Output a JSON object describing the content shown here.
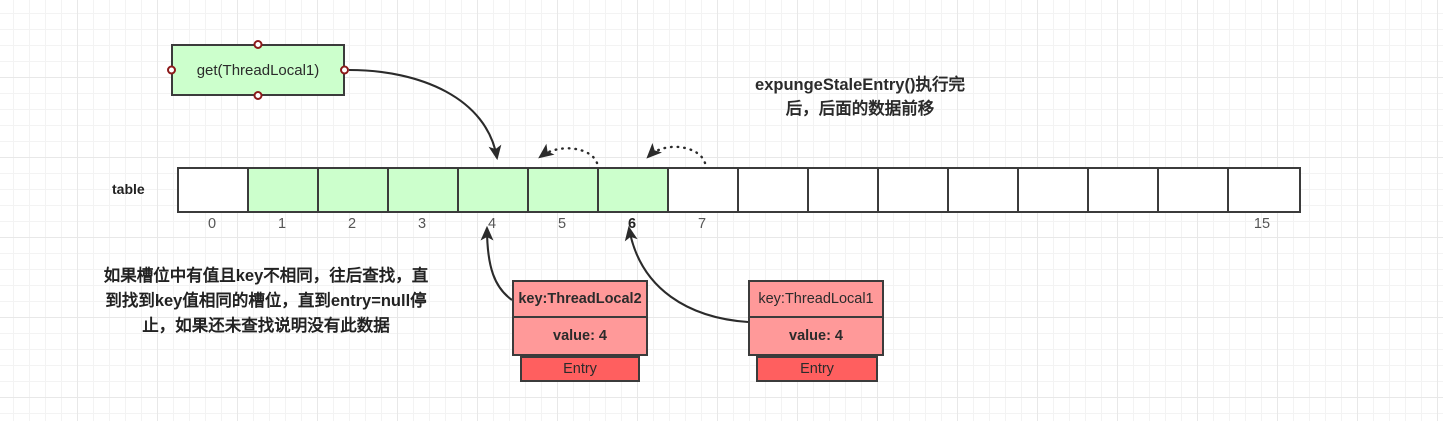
{
  "diagram": {
    "heading": "expungeStaleEntry()执行完\n后，后面的数据前移",
    "annotation": "如果槽位中有值且key不相同，往后查找，直\n到找到key值相同的槽位，直到entry=null停\n止，如果还未查找说明没有此数据",
    "action_box": {
      "label": "get(ThreadLocal1)",
      "fill": "#ccffcc",
      "stroke": "#3b3b3b",
      "port_color": "#8c1a1a"
    },
    "table": {
      "label": "table",
      "cell_count": 16,
      "filled_indices": [
        1,
        2,
        3,
        4,
        5,
        6
      ],
      "fill_color": "#ccffcc",
      "empty_color": "#ffffff",
      "index_labels": [
        "0",
        "1",
        "2",
        "3",
        "4",
        "5",
        "6",
        "7",
        "",
        "",
        "",
        "",
        "",
        "",
        "",
        "15"
      ],
      "bold_index_labels": [
        "6"
      ]
    },
    "entries": [
      {
        "id": "entry-left",
        "key": "key:ThreadLocal2",
        "key_bold": true,
        "value": "value: 4",
        "value_bold": true,
        "tag": "Entry",
        "body_fill": "#ff9999",
        "tag_fill": "#ff5f5f",
        "points_to_index": "4"
      },
      {
        "id": "entry-right",
        "key": "key:ThreadLocal1",
        "key_bold": false,
        "value": "value: 4",
        "value_bold": true,
        "tag": "Entry",
        "body_fill": "#ff9999",
        "tag_fill": "#ff5f5f",
        "points_to_index": "6"
      }
    ],
    "connectors": [
      {
        "name": "get-to-slot4",
        "style": "solid",
        "from": "action-box-right-port",
        "to": "table-cell-4-top"
      },
      {
        "name": "entry-left-to-slot4",
        "style": "solid",
        "from": "entry-left-top",
        "to": "table-cell-4-bottom"
      },
      {
        "name": "entry-right-to-slot6",
        "style": "solid",
        "from": "entry-right-left",
        "to": "table-cell-6-bottom"
      },
      {
        "name": "shift-slot6-to-slot5",
        "style": "dotted",
        "from": "table-cell-6-top",
        "to": "table-cell-5-top"
      },
      {
        "name": "shift-slot7-to-slot6",
        "style": "dotted",
        "from": "table-cell-7-top",
        "to": "table-cell-6-top"
      }
    ]
  }
}
